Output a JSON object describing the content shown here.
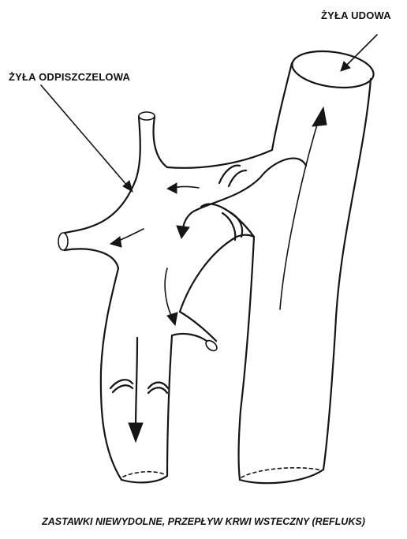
{
  "labels": {
    "femoral_vein": "ŻYŁA UDOWA",
    "saphenous_vein": "ŻYŁA ODPISZCZELOWA"
  },
  "caption": "ZASTAWKI NIEWYDOLNE, PRZEPŁYW KRWI WSTECZNY (REFLUKS)",
  "colors": {
    "ink": "#151515",
    "background": "#ffffff"
  }
}
